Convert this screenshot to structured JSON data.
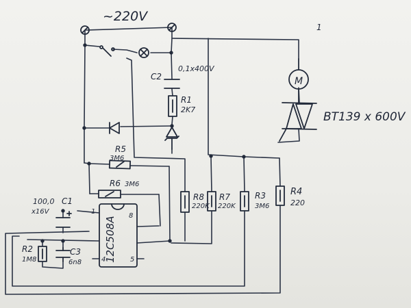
{
  "mains_label": "~220V",
  "sheet_mark": "1",
  "motor": {
    "symbol": "M"
  },
  "triac": {
    "part": "BT139 x 600V"
  },
  "c2": {
    "ref": "C2",
    "value": "0,1x400V"
  },
  "r1": {
    "ref": "R1",
    "value": "2K7"
  },
  "r5": {
    "ref": "R5",
    "value": "3M6"
  },
  "r6": {
    "ref": "R6",
    "value": "3M6"
  },
  "c1": {
    "value": "100,0",
    "voltage": "x16V",
    "ref": "C1"
  },
  "r8": {
    "ref": "R8",
    "value": "220K"
  },
  "r7": {
    "ref": "R7",
    "value": "220K"
  },
  "r3": {
    "ref": "R3",
    "value": "3M6"
  },
  "r4": {
    "ref": "R4",
    "value": "220"
  },
  "r2": {
    "ref": "R2",
    "value": "1M8"
  },
  "c3": {
    "ref": "C3",
    "value": "6n8"
  },
  "ic": {
    "part": "12C508A",
    "pin1": "1",
    "pin8": "8",
    "pin4": "4",
    "pin5": "5"
  }
}
